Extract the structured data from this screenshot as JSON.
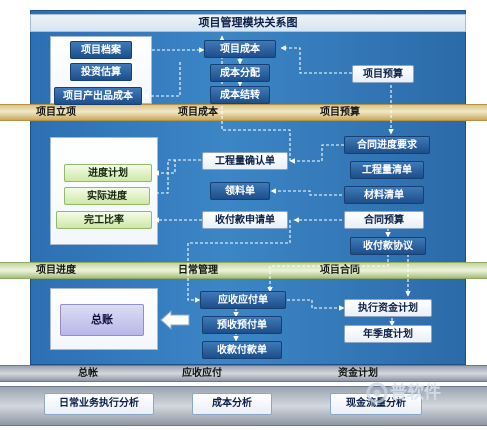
{
  "diagram": {
    "title": "项目管理模块关系图",
    "sections": {
      "project_setup": "项目立项",
      "project_cost": "项目成本",
      "project_budget": "项目预算",
      "project_progress": "项目进度",
      "daily_management": "日常管理",
      "project_contract": "项目合同",
      "general_ledger": "总帐",
      "receivable_payable": "应收应付",
      "capital_plan": "资金计划"
    },
    "nodes": {
      "project_archive": "项目档案",
      "investment_estimate": "投资估算",
      "project_output_cost": "项目产出品成本",
      "project_cost": "项目成本",
      "cost_allocation": "成本分配",
      "cost_carryover": "成本结转",
      "project_budget": "项目预算",
      "progress_plan": "进度计划",
      "actual_progress": "实际进度",
      "completion_ratio": "完工比率",
      "work_confirm_sheet": "工程量确认单",
      "requisition_sheet": "领料单",
      "payment_request_sheet": "收付款申请单",
      "contract_progress_req": "合同进度要求",
      "work_quantity_list": "工程量清单",
      "material_list": "材料清单",
      "contract_budget": "合同预算",
      "payment_agreement": "收付款协议",
      "general_ledger": "总账",
      "receivable_payable_sheet": "应收应付单",
      "advance_receipt_sheet": "预收预付单",
      "collection_payment_sheet": "收款付款单",
      "execute_capital_plan": "执行资金计划",
      "annual_quarterly_plan": "年季度计划"
    },
    "analysis": {
      "daily_business": "日常业务执行分析",
      "cost_analysis": "成本分析",
      "cashflow_analysis": "现金流量分析"
    },
    "watermark": "普软件"
  }
}
